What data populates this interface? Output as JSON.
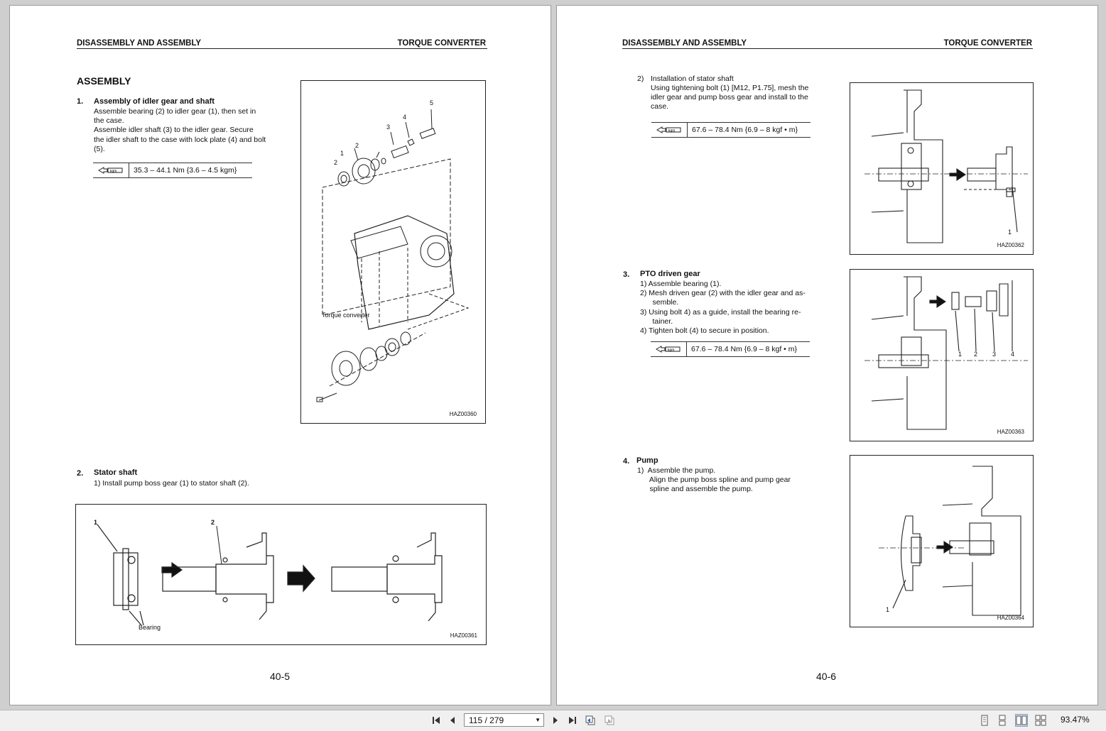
{
  "left_page": {
    "header_left": "DISASSEMBLY AND ASSEMBLY",
    "header_right": "TORQUE CONVERTER",
    "section_title": "ASSEMBLY",
    "item1": {
      "num": "1.",
      "title": "Assembly of idler gear and shaft",
      "lines": [
        "Assemble bearing (2) to idler gear (1), then set in",
        "the case.",
        "Assemble idler shaft (3) to the idler gear. Secure",
        "the idler shaft to the case with lock plate (4) and bolt",
        "(5)."
      ],
      "torque": "35.3 – 44.1 Nm {3.6 – 4.5 kgm}"
    },
    "fig1": {
      "code": "HAZ00360",
      "label_tc": "Torque converter",
      "n1": "1",
      "n2": "2",
      "n2b": "2",
      "n3": "3",
      "n4": "4",
      "n5": "5"
    },
    "item2": {
      "num": "2.",
      "title": "Stator shaft",
      "line": "1)  Install pump boss gear (1) to stator shaft (2)."
    },
    "fig2": {
      "code": "HAZ00361",
      "label_bearing": "Bearing",
      "n1": "1",
      "n2": "2"
    },
    "page_number": "40-5"
  },
  "right_page": {
    "header_left": "DISASSEMBLY AND ASSEMBLY",
    "header_right": "TORQUE CONVERTER",
    "sub2": {
      "num": "2)",
      "title": "Installation of stator shaft",
      "lines": [
        "Using tightening bolt (1) [M12, P1.75], mesh the",
        "idler gear and pump boss gear and install to the",
        "case."
      ],
      "torque": "67.6 – 78.4 Nm {6.9 – 8 kgf • m}"
    },
    "fig3": {
      "code": "HAZ00362",
      "n1": "1"
    },
    "item3": {
      "num": "3.",
      "title": "PTO driven gear",
      "lines": [
        "1)  Assemble bearing (1).",
        "2)  Mesh driven gear (2) with the idler gear and as-",
        "      semble.",
        "3)  Using bolt 4) as a guide, install the bearing re-",
        "      tainer.",
        "4)  Tighten bolt (4) to secure in position."
      ],
      "torque": "67.6 – 78.4 Nm {6.9 – 8 kgf • m}"
    },
    "fig4": {
      "code": "HAZ00363",
      "n1": "1",
      "n2": "2",
      "n3": "3",
      "n4": "4"
    },
    "item4": {
      "num": "4.",
      "title": "Pump",
      "lines": [
        "1)  Assemble the pump.",
        "      Align the pump boss spline and pump gear",
        "      spline and assemble the pump."
      ]
    },
    "fig5": {
      "code": "HAZ00364",
      "n1": "1"
    },
    "page_number": "40-6"
  },
  "toolbar": {
    "page_indicator": "115 / 279",
    "zoom": "93.47%",
    "icons": [
      "first-page-icon",
      "prev-page-icon",
      "next-page-icon",
      "last-page-icon",
      "go-back-icon",
      "go-forward-icon",
      "single-page-icon",
      "continuous-icon",
      "two-page-icon",
      "two-page-continuous-icon"
    ]
  },
  "colors": {
    "background": "#cfcfcf",
    "page": "#ffffff",
    "toolbar": "#f0f0f0",
    "ink": "#111111"
  }
}
